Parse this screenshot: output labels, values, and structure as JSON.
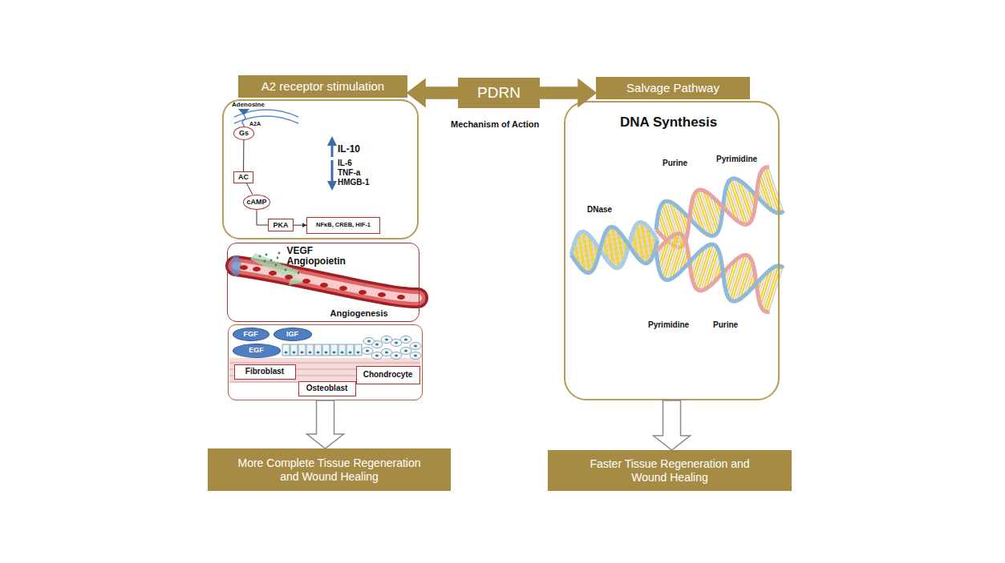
{
  "diagram": {
    "nodes": [
      {
        "text": [
          "PDRN"
        ]
      },
      {
        "text": [
          "A2 receptor stimulation"
        ]
      },
      {
        "text": [
          "Adenosine",
          "A2A",
          "IL-10",
          "IL-6",
          "TNF-a",
          "HMGB-1"
        ]
      },
      {
        "text": [
          "Gs"
        ],
        "in": 2
      },
      {
        "text": [
          "AC"
        ],
        "in": 2
      },
      {
        "text": [
          "cAMP"
        ],
        "in": 2
      },
      {
        "text": [
          "PKA"
        ],
        "in": 2
      },
      {
        "text": [
          "NFκB, CREB, HIF-1"
        ],
        "in": 2
      },
      {
        "text": [
          "VEGF Angiopoietin",
          "Angiogenesis"
        ]
      },
      {
        "text": []
      },
      {
        "text": [
          "FGF"
        ],
        "in": 9
      },
      {
        "text": [
          "IGF"
        ],
        "in": 9
      },
      {
        "text": [
          "EGF"
        ],
        "in": 9
      },
      {
        "text": [
          "Fibroblast"
        ],
        "in": 9
      },
      {
        "text": [
          "Osteoblast"
        ],
        "in": 9
      },
      {
        "text": [
          "Chondrocyte"
        ],
        "in": 9
      },
      {
        "text": [
          "Salvage Pathway"
        ]
      },
      {
        "text": [
          "DNA Synthesis",
          "DNase",
          "Purine",
          "Pyrimidine",
          "Pyrimidine",
          "Purine"
        ]
      },
      {
        "text": [
          "More Complete Tissue Regeneration and Wound Healing"
        ]
      },
      {
        "text": [
          "Faster Tissue Regeneration and Wound Healing"
        ]
      }
    ],
    "edges": [
      {
        "from": 0,
        "to": 1,
        "arrow": "to"
      },
      {
        "from": 0,
        "to": 16,
        "arrow": "to"
      },
      {
        "from": 3,
        "to": 4,
        "arrow": "none"
      },
      {
        "from": 4,
        "to": 5,
        "arrow": "none"
      },
      {
        "from": 5,
        "to": 6,
        "arrow": "none"
      },
      {
        "from": 6,
        "to": 7,
        "arrow": "to"
      },
      {
        "from": 9,
        "to": 18,
        "arrow": "to"
      },
      {
        "from": 17,
        "to": 19,
        "arrow": "to"
      }
    ],
    "labels": [
      "Mechanism of Action"
    ]
  }
}
